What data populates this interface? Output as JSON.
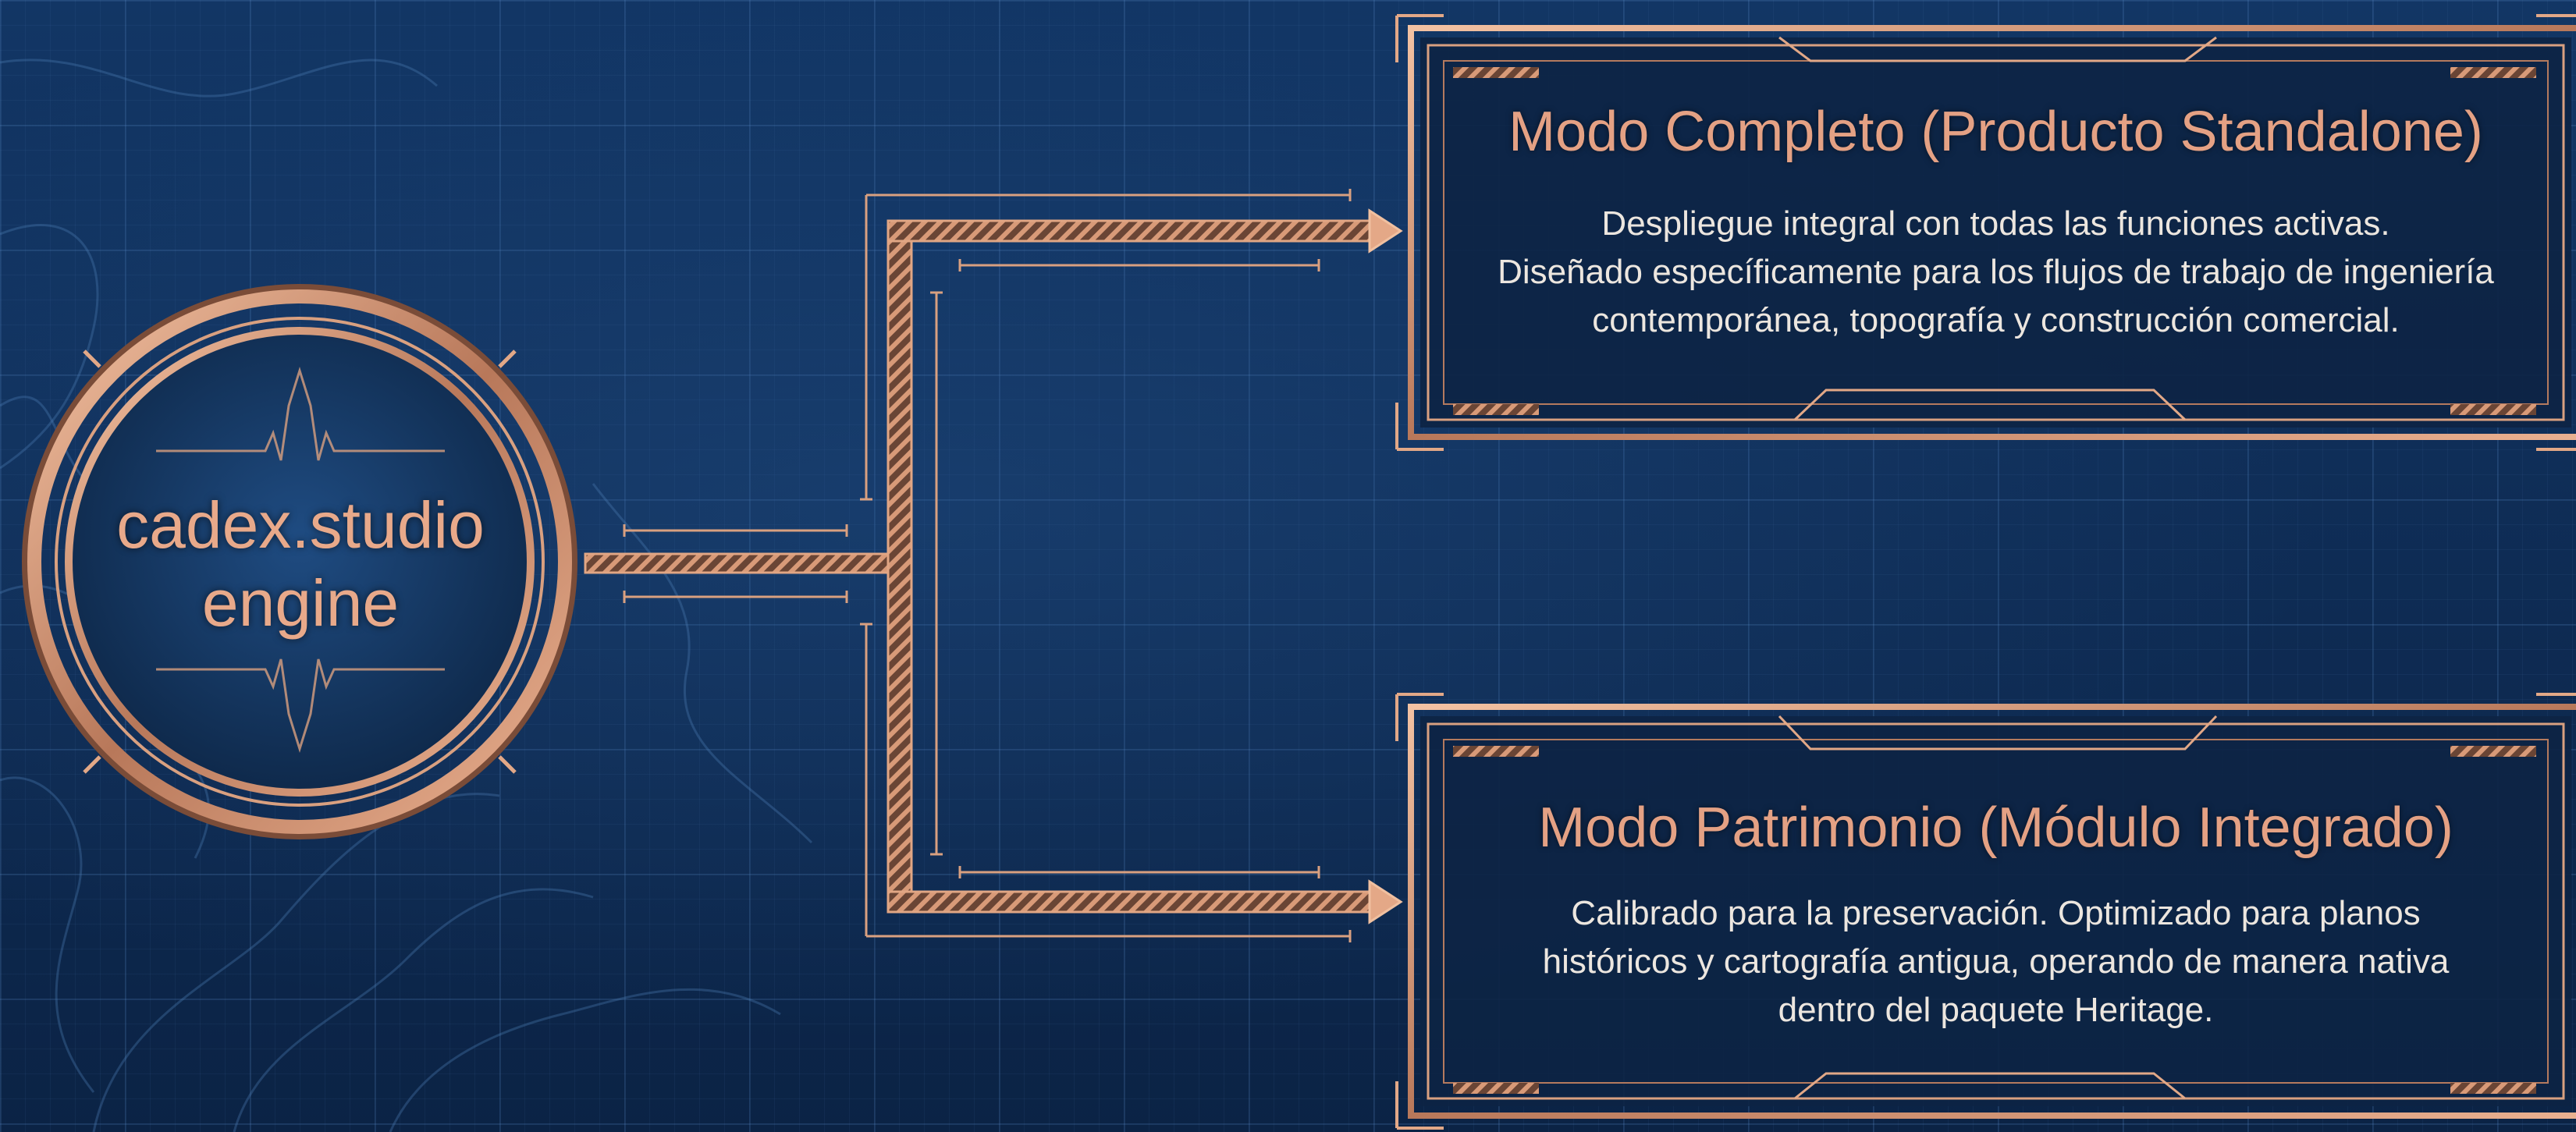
{
  "engine": {
    "line1": "cadex.studio",
    "line2": "engine"
  },
  "modes": [
    {
      "title": "Modo Completo (Producto Standalone)",
      "description": [
        "Despliegue integral con todas las funciones activas.",
        "Diseñado específicamente para los flujos de trabajo de ingeniería",
        "contemporánea, topografía y construcción comercial."
      ]
    },
    {
      "title": "Modo Patrimonio (Módulo Integrado)",
      "description": [
        "Calibrado para la preservación. Optimizado para planos",
        "históricos y cartografía antigua, operando de manera nativa",
        "dentro del paquete Heritage."
      ]
    }
  ],
  "colors": {
    "background": "#0f2a4f",
    "copper": "#c98a6a",
    "copper_light": "#eab596",
    "panel": "#0d2444",
    "title_text": "#e4a184",
    "body_text": "#ece6df"
  }
}
